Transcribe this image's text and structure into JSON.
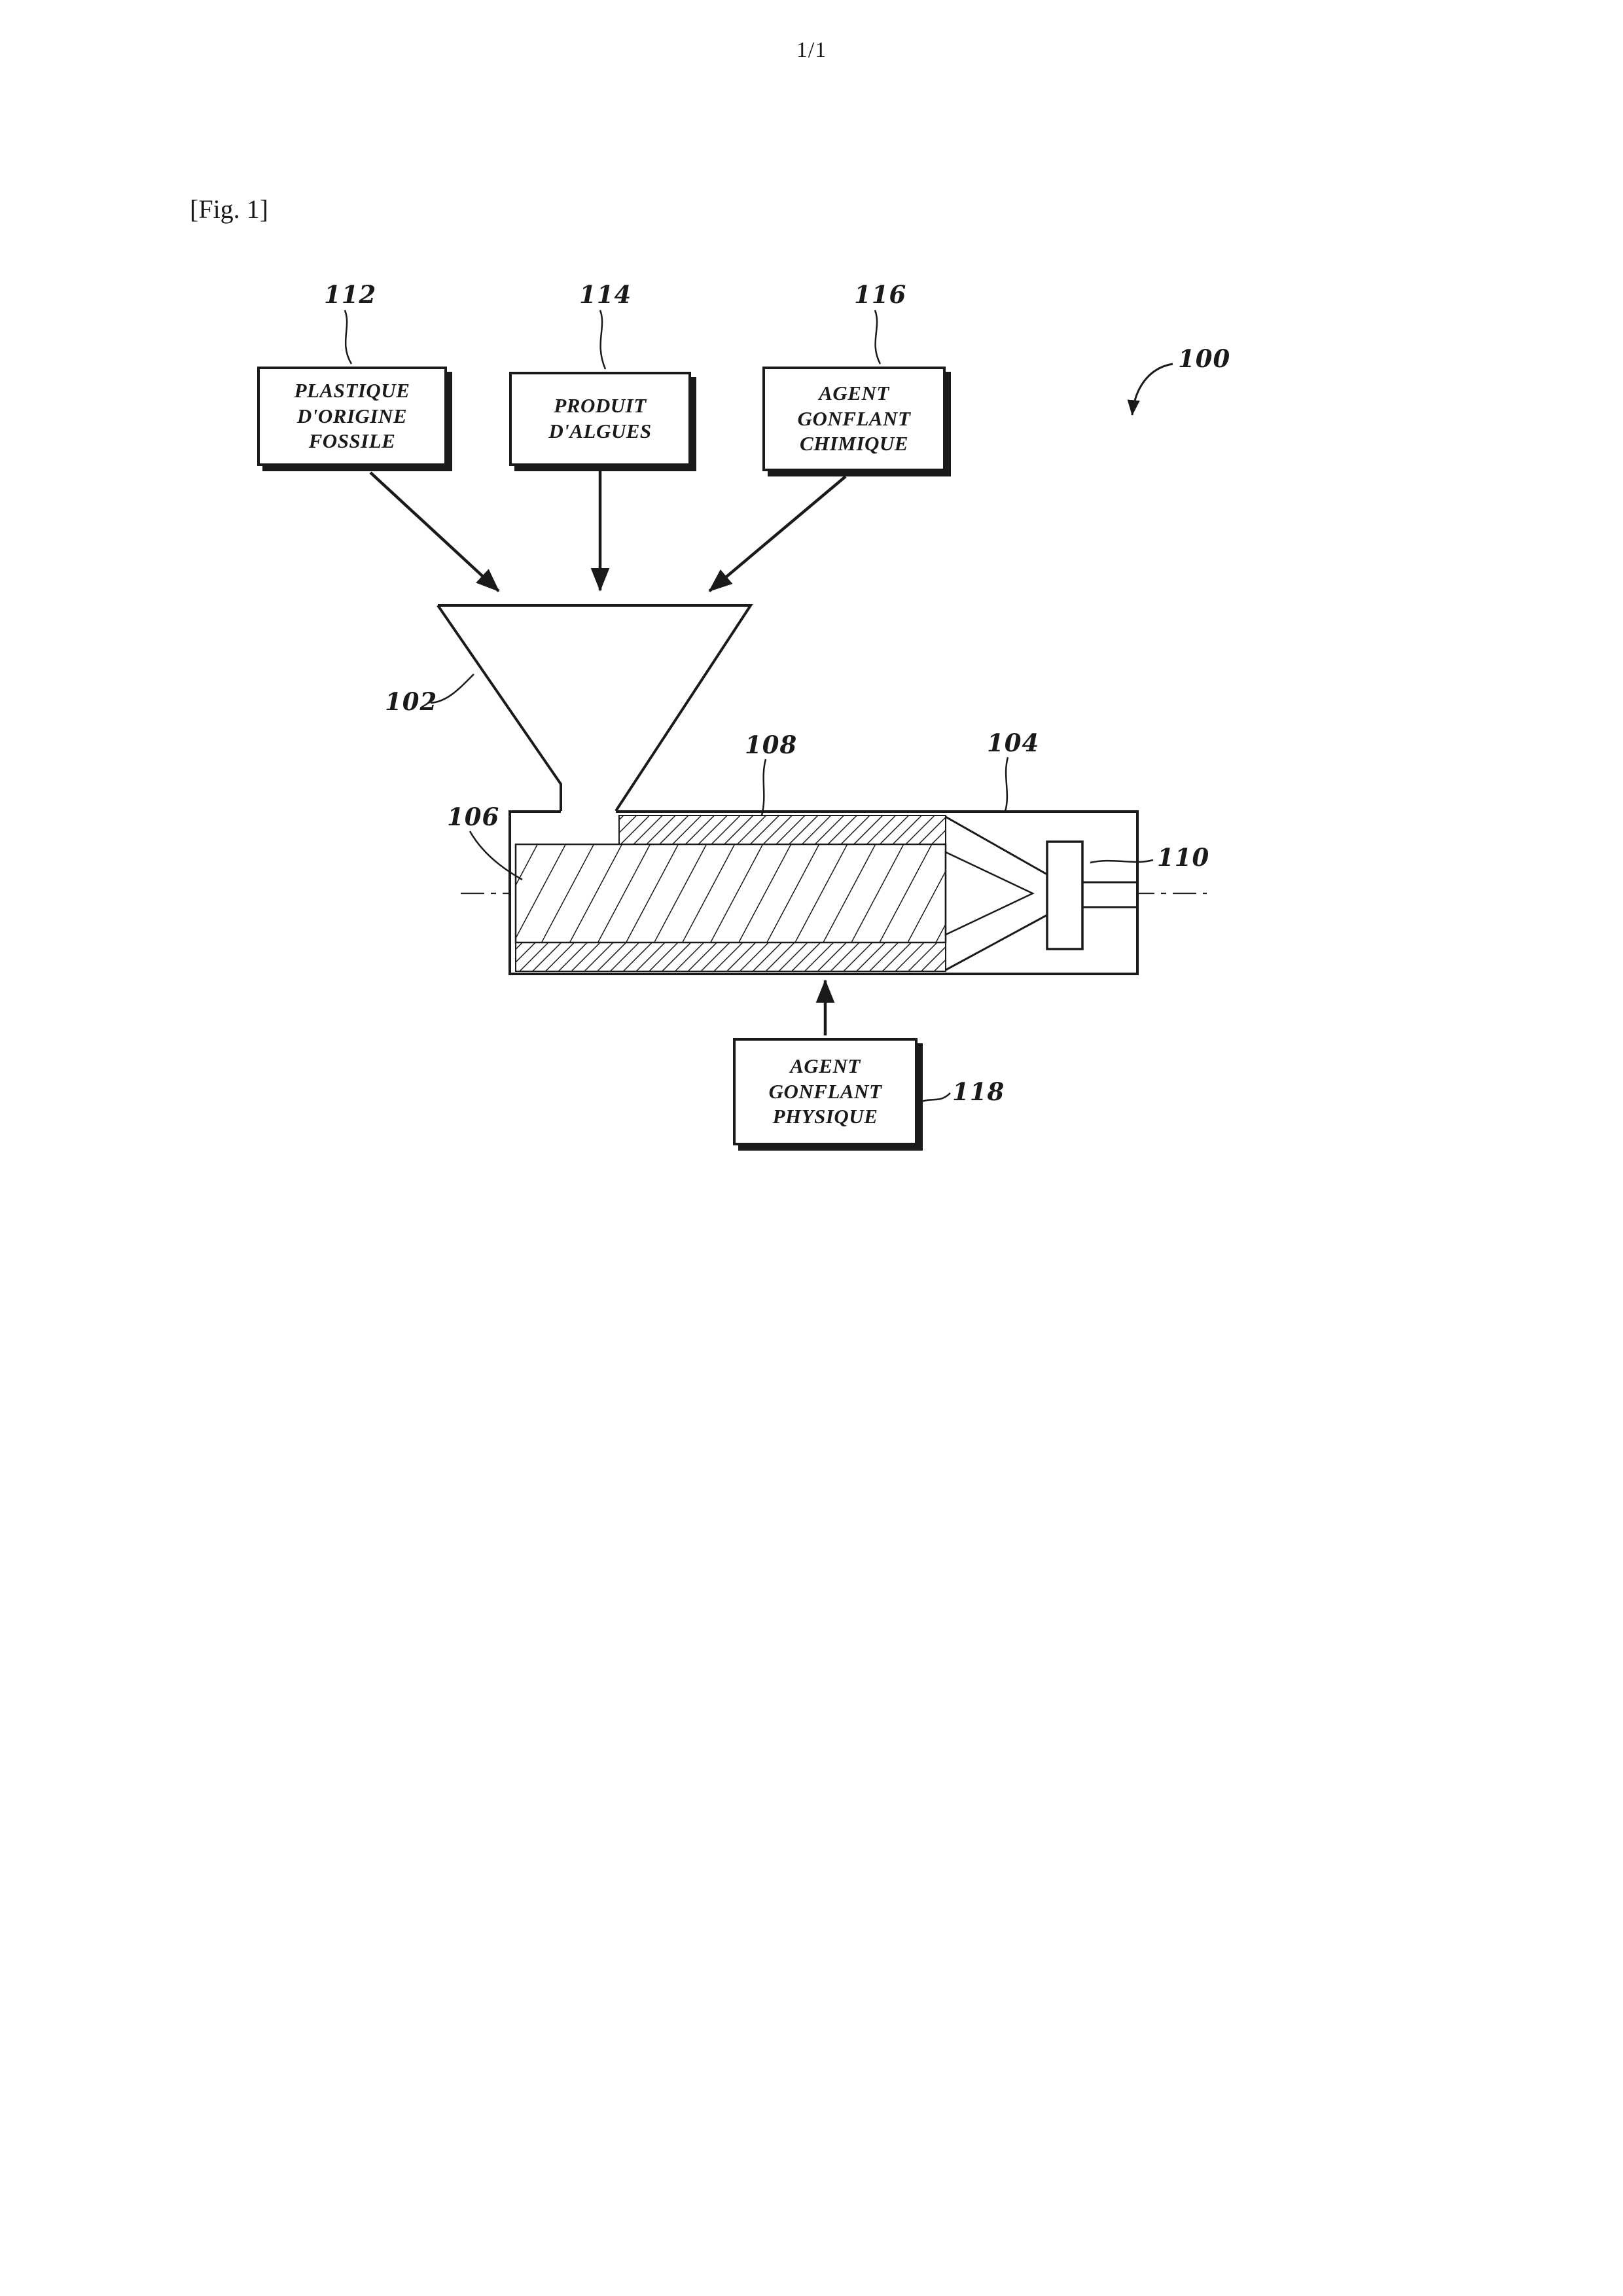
{
  "page": {
    "sheet_number": "1/1",
    "figure_tag": "[Fig. 1]"
  },
  "figure": {
    "system_ref": "100",
    "hopper_ref": "102",
    "barrel_ref": "104",
    "inlet_ref": "106",
    "screw_ref": "108",
    "die_ref": "110",
    "box_fossil": {
      "ref": "112",
      "label": "PLASTIQUE D'ORIGINE FOSSILE"
    },
    "box_algae": {
      "ref": "114",
      "label": "PRODUIT D'ALGUES"
    },
    "box_chemical": {
      "ref": "116",
      "label": "AGENT GONFLANT CHIMIQUE"
    },
    "box_physical": {
      "ref": "118",
      "label": "AGENT GONFLANT PHYSIQUE"
    }
  },
  "colors": {
    "ink": "#1a1a1a",
    "paper": "#ffffff"
  }
}
